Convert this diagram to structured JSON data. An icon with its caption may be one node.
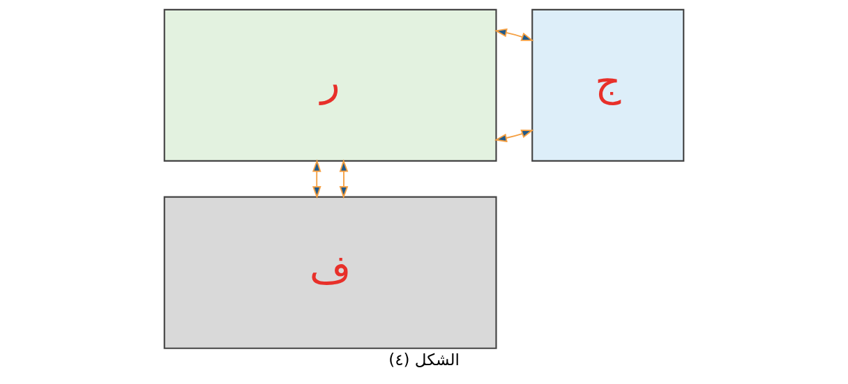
{
  "diagram": {
    "caption": "الشكل (٤)",
    "nodes": [
      {
        "text": [
          "ر"
        ]
      },
      {
        "text": [
          "ج"
        ]
      },
      {
        "text": [
          "ف"
        ]
      }
    ],
    "edges": [
      {
        "from": 0,
        "to": 1,
        "arrow": "both"
      },
      {
        "from": 0,
        "to": 1,
        "arrow": "both"
      },
      {
        "from": 0,
        "to": 2,
        "arrow": "both"
      },
      {
        "from": 0,
        "to": 2,
        "arrow": "both"
      }
    ]
  }
}
